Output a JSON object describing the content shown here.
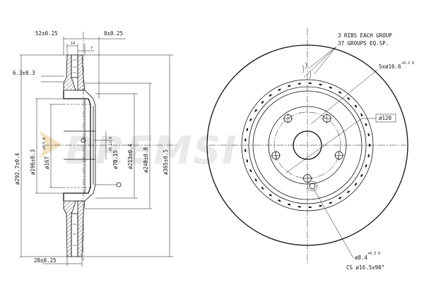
{
  "dimensions": {
    "width_52": "52±0.25",
    "width_8": "8±0.25",
    "rib_14": "14",
    "rib_7": "7",
    "offset_6_3": "6.3±0.3",
    "width_28": "28±0.25",
    "dia_292": "ø292.7±0.4",
    "dia_196": "ø196±0.3",
    "dia_167": "ø167",
    "dia_167_tol": "+0.5 0",
    "dia_70": "ø70.15",
    "dia_70_tol": "+0.12 0",
    "dia_213": "ø213±0.4",
    "dia_248": "ø248±0.8",
    "dia_365": "ø365±0.5",
    "dia_120": "ø120",
    "bolt_holes": "5xø16.6",
    "bolt_holes_tol": "+0.2 0",
    "small_hole": "ø8.4",
    "small_hole_tol": "+0.3 0",
    "countersink": "CS ø16.5x90°"
  },
  "notes": {
    "ribs_line1": "3 RIBS EACH GROUP",
    "ribs_line2": "37 GROUPS EQ.SP."
  },
  "watermark": {
    "text": "BREMSI",
    "color": "#cfcfcf"
  }
}
